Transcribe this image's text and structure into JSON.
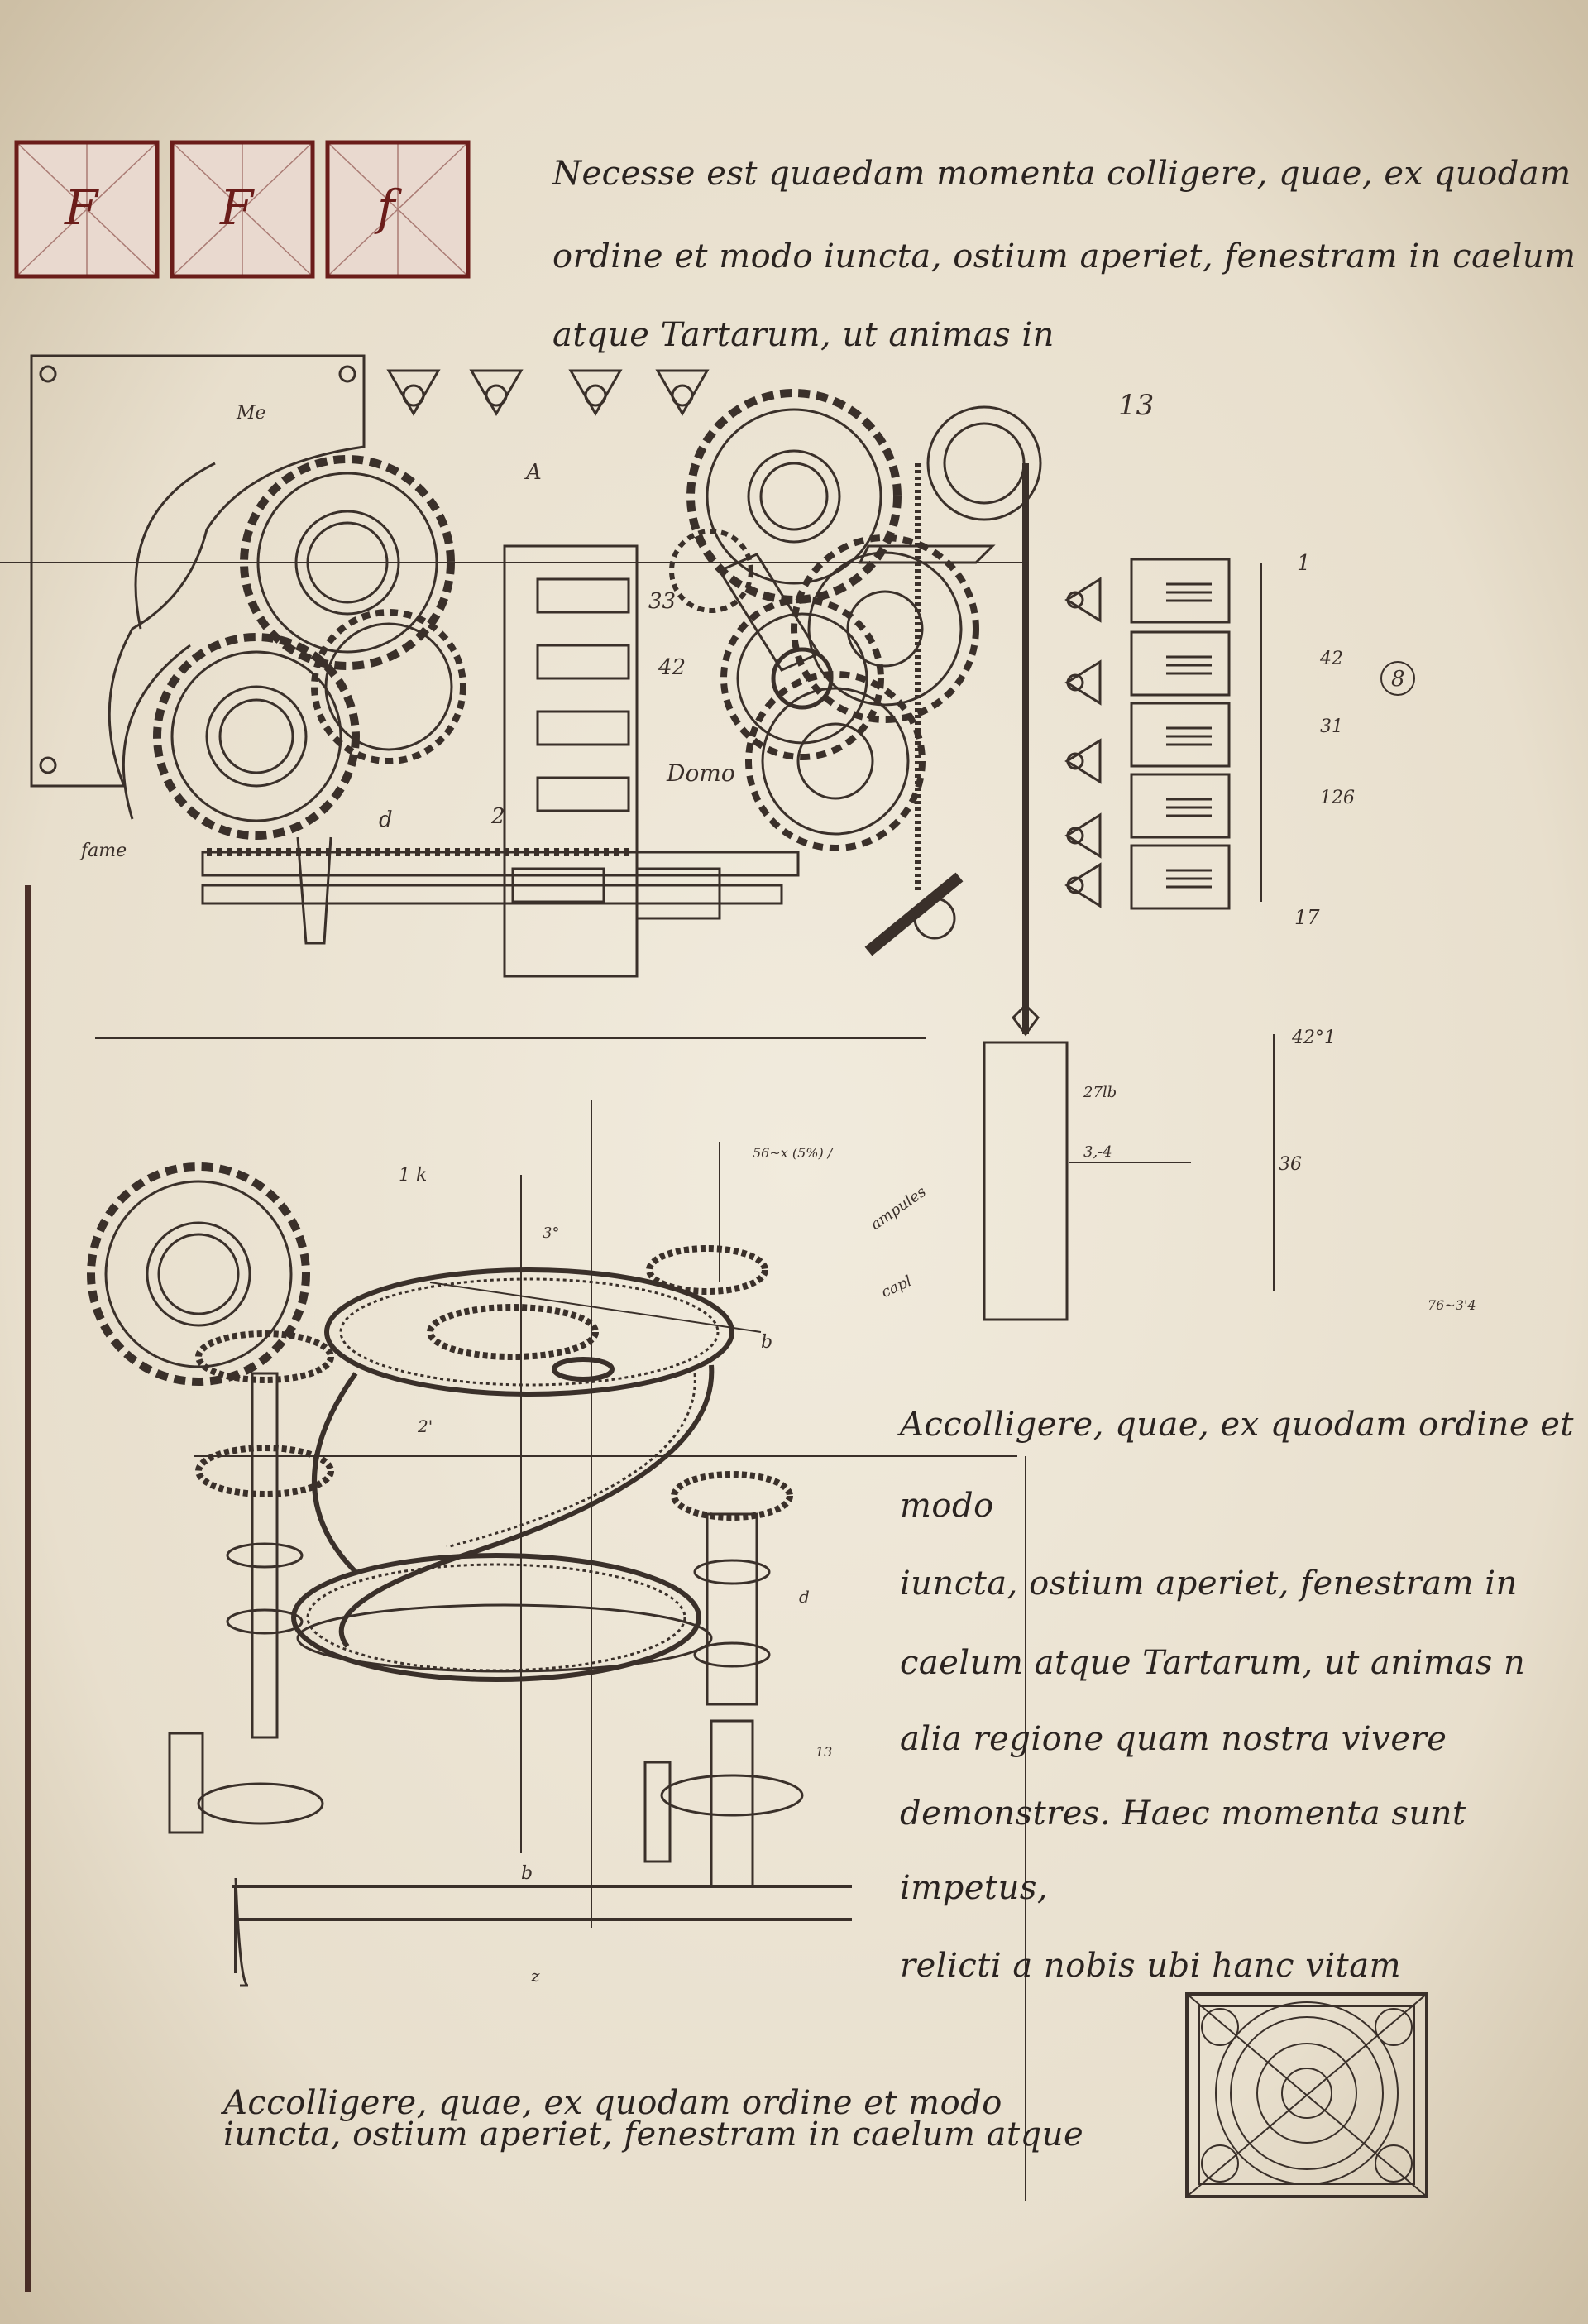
{
  "colors": {
    "paper": "#ece4d4",
    "ink": "#2a2320",
    "red_ink": "#6b1d1a",
    "line": "#3a302a"
  },
  "glyph_tiles": [
    {
      "letter": "F"
    },
    {
      "letter": "F"
    },
    {
      "letter": "f"
    }
  ],
  "header_text": {
    "lines": [
      "Necesse est quaedam momenta colligere, quae, ex quodam",
      "ordine et modo iuncta, ostium aperiet, fenestram in caelum",
      "atque Tartarum, ut animas in"
    ]
  },
  "right_text": {
    "lines": [
      "Accolligere, quae, ex quodam ordine et",
      "modo",
      "iuncta, ostium aperiet, fenestram in",
      "caelum atque Tartarum, ut animas n",
      "alia regione quam nostra vivere",
      "demonstres. Haec momenta sunt",
      "impetus,",
      "relicti a nobis ubi hanc vitam"
    ]
  },
  "bottom_text": {
    "lines": [
      "Accolligere, quae, ex quodam ordine et modo",
      "iuncta, ostium aperiet, fenestram in caelum atque"
    ]
  },
  "annotations": {
    "label_13": "13",
    "label_33": "33",
    "label_42a": "42",
    "label_A": "A",
    "label_Me": "Me",
    "label_d": "d",
    "label_2": "2",
    "label_domo": "Domo",
    "label_fame": "fame",
    "label_1": "1",
    "label_17": "17",
    "label_8": "8",
    "label_42b": "42",
    "label_31": "31",
    "label_126": "126",
    "label_42_1": "42°1",
    "label_36": "36",
    "label_27lb": "27lb",
    "label_3_4": "3,-4",
    "label_ampules": "ampules",
    "label_cap": "capl",
    "label_76": "76~3'4",
    "label_3deg": "3°",
    "label_b1": "b",
    "label_b2": "b",
    "label_d2": "d",
    "label_2b": "2'",
    "label_13b": "13",
    "label_1k": "1 k",
    "label_56": "56~x (5%) /",
    "label_z": "z"
  }
}
